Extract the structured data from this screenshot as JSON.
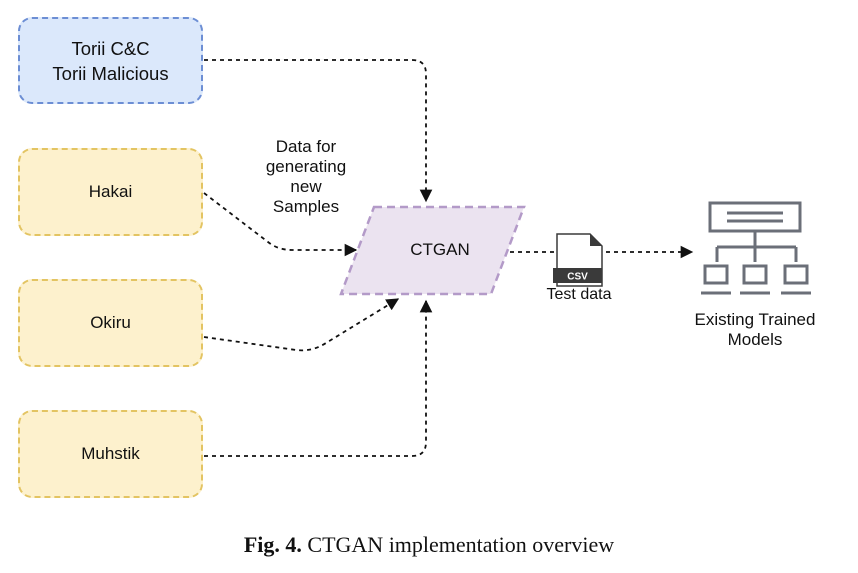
{
  "nodes": {
    "torii": {
      "line1": "Torii C&C",
      "line2": "Torii Malicious"
    },
    "hakai": {
      "label": "Hakai"
    },
    "okiru": {
      "label": "Okiru"
    },
    "muhstik": {
      "label": "Muhstik"
    },
    "ctgan": {
      "label": "CTGAN"
    }
  },
  "annotations": {
    "data_for": [
      "Data for",
      "generating",
      "new",
      "Samples"
    ],
    "test_data": "Test data",
    "csv_badge": "CSV",
    "models_line1": "Existing Trained",
    "models_line2": "Models"
  },
  "caption": {
    "label": "Fig. 4.",
    "text": "CTGAN implementation overview"
  },
  "icons": [
    "csv-file-icon",
    "network-models-icon"
  ],
  "colors": {
    "blue_fill": "#dbe8fb",
    "blue_border": "#6c8ed4",
    "yellow_fill": "#fdf1cd",
    "yellow_border": "#e3c462",
    "purple_fill": "#ebe3f0",
    "purple_border": "#b39ac8",
    "icon_gray": "#6b6f78"
  }
}
